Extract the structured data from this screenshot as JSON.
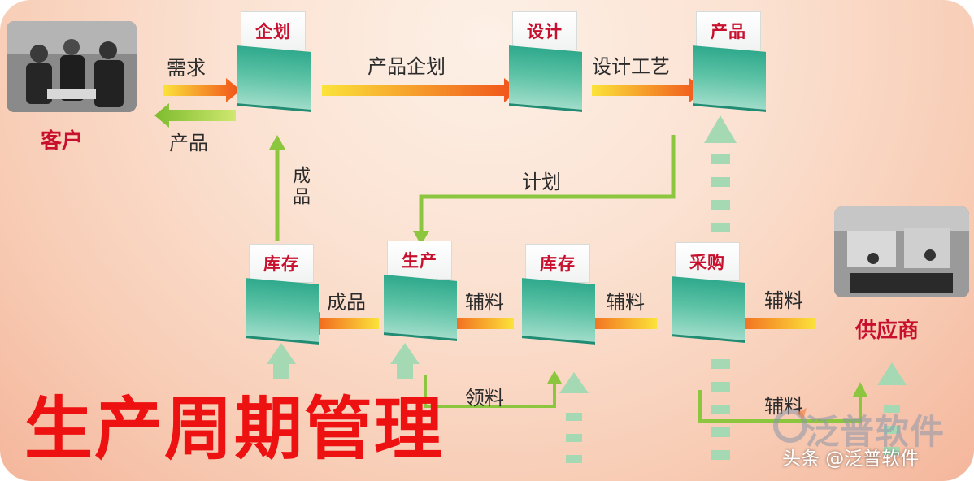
{
  "title": "生产周期管理",
  "parties": {
    "customer": "客户",
    "supplier": "供应商"
  },
  "nodes": {
    "qihua": "企划",
    "sheji": "设计",
    "chanpin": "产品",
    "kucun_left": "库存",
    "shengchan": "生产",
    "kucun_mid": "库存",
    "caigou": "采购"
  },
  "flow_labels": {
    "xuqiu": "需求",
    "chanpin_back": "产品",
    "chanpin_qihua": "产品企划",
    "sheji_gongyi": "设计工艺",
    "jihua": "计划",
    "chengpin_up": "成品",
    "chengpin": "成品",
    "fuliao_1": "辅料",
    "fuliao_2": "辅料",
    "fuliao_3": "辅料",
    "lingliao": "领料",
    "fuliao_bottom": "辅料"
  },
  "logo": {
    "name": "泛普软件"
  },
  "watermark": "头条 @泛普软件",
  "colors": {
    "title_red": "#ee1111",
    "node_teal": "#2fa98c",
    "arrow_orange": "#f26a1b",
    "arrow_green": "#8cc63f",
    "dashed_green": "#a5d9b3"
  }
}
